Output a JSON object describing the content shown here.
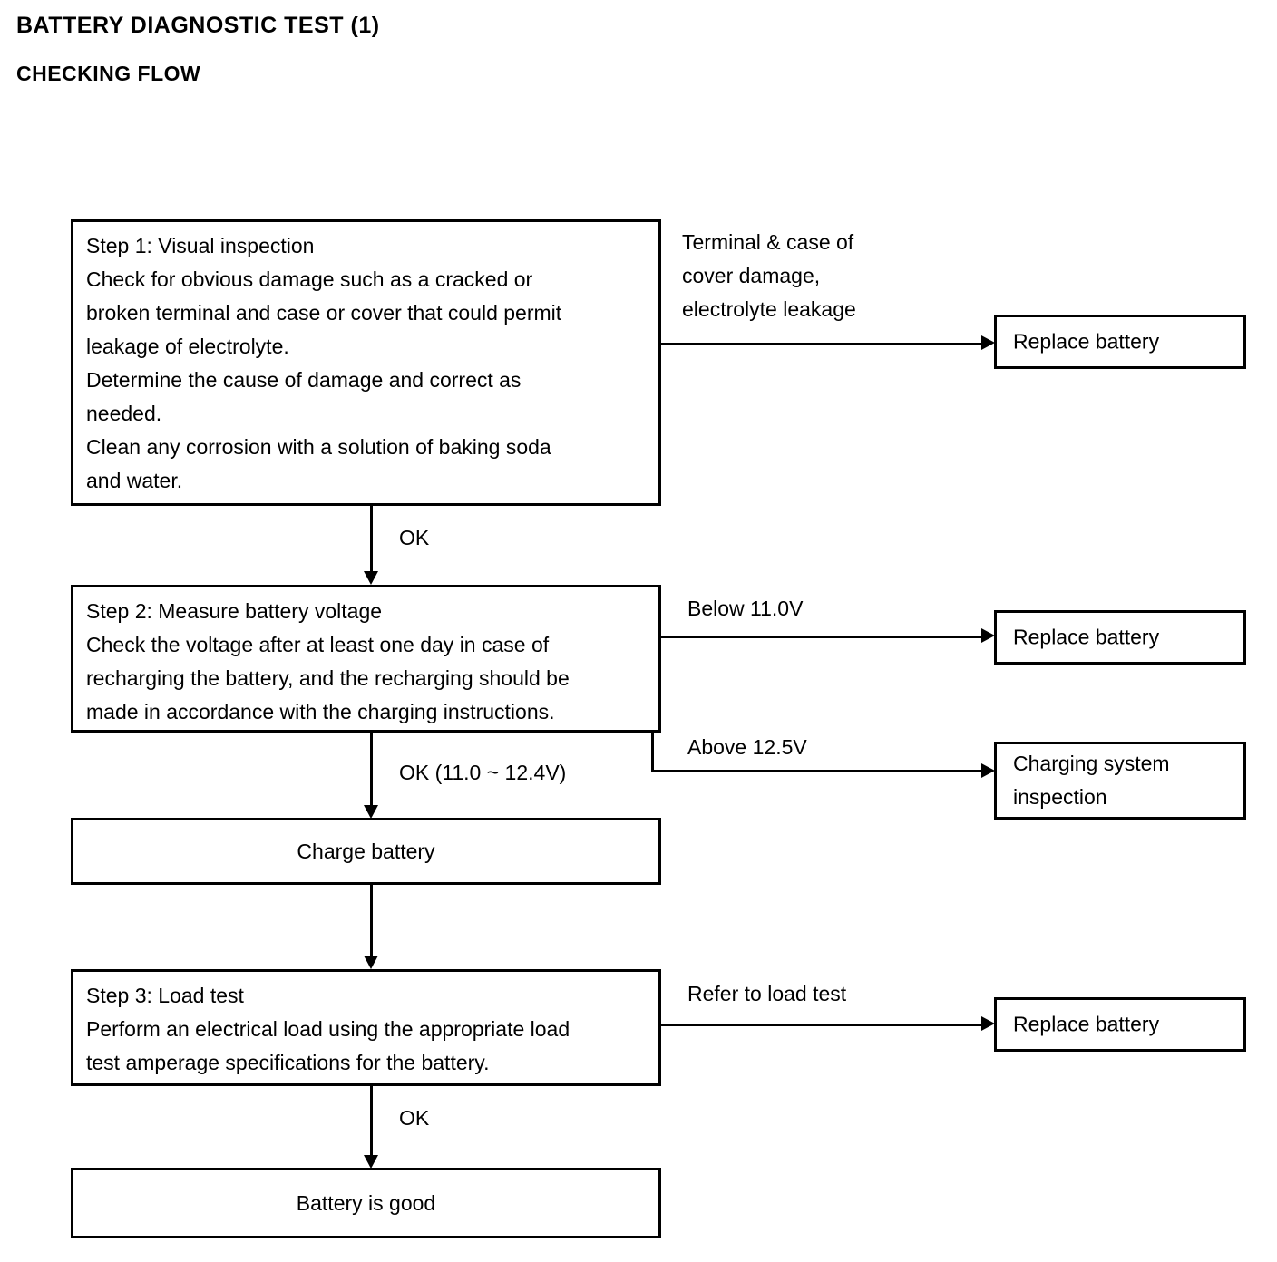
{
  "document": {
    "title_main": "BATTERY  DIAGNOSTIC  TEST  (1)",
    "title_sub": "CHECKING FLOW"
  },
  "chart_data": {
    "type": "diagram",
    "diagram_kind": "flowchart",
    "title": "BATTERY DIAGNOSTIC TEST (1) - CHECKING FLOW",
    "nodes": [
      {
        "id": "step1",
        "label": "Step 1: Visual inspection\nCheck for obvious damage such as a cracked or\nbroken terminal and case or cover that could permit\nleakage of electrolyte.\nDetermine the cause of damage and correct as\nneeded.\nClean any corrosion with a solution of baking soda\nand water."
      },
      {
        "id": "replace1",
        "label": "Replace battery"
      },
      {
        "id": "step2",
        "label": "Step 2: Measure battery voltage\nCheck the voltage after at least one day in case of\nrecharging the battery, and the recharging should be\nmade in accordance with the charging instructions."
      },
      {
        "id": "replace2",
        "label": "Replace battery"
      },
      {
        "id": "charging",
        "label": "Charging system\ninspection"
      },
      {
        "id": "charge",
        "label": "Charge battery"
      },
      {
        "id": "step3",
        "label": "Step 3: Load test\nPerform an electrical load using the appropriate load\ntest amperage specifications for the battery."
      },
      {
        "id": "replace3",
        "label": "Replace battery"
      },
      {
        "id": "good",
        "label": "Battery is good"
      }
    ],
    "edges": [
      {
        "from": "step1",
        "to": "replace1",
        "label": "Terminal & case of\ncover damage,\nelectrolyte leakage"
      },
      {
        "from": "step1",
        "to": "step2",
        "label": "OK"
      },
      {
        "from": "step2",
        "to": "replace2",
        "label": "Below 11.0V"
      },
      {
        "from": "step2",
        "to": "charging",
        "label": "Above 12.5V"
      },
      {
        "from": "step2",
        "to": "charge",
        "label": "OK (11.0 ~ 12.4V)"
      },
      {
        "from": "charge",
        "to": "step3",
        "label": ""
      },
      {
        "from": "step3",
        "to": "replace3",
        "label": "Refer to load test"
      },
      {
        "from": "step3",
        "to": "good",
        "label": "OK"
      }
    ]
  },
  "boxes": {
    "step1": "Step 1: Visual inspection\nCheck for obvious damage such as a cracked or\nbroken terminal and case or cover that could permit\nleakage of electrolyte.\nDetermine the cause of damage and correct as\nneeded.\nClean any corrosion with a solution of baking soda\nand water.",
    "replace_battery_1": "Replace battery",
    "step2": "Step 2: Measure battery voltage\nCheck the voltage after at least one day in case of\nrecharging the battery, and the recharging should be\nmade in accordance with the charging instructions.",
    "replace_battery_2": "Replace battery",
    "charging_system": "Charging system\ninspection",
    "charge_battery": "Charge battery",
    "step3": "Step 3: Load test\nPerform an electrical load using the appropriate load\ntest amperage specifications for the battery.",
    "replace_battery_3": "Replace battery",
    "battery_is_good": "Battery is good"
  },
  "labels": {
    "terminal_case_damage": "Terminal & case of\ncover damage,\nelectrolyte leakage",
    "ok_step1": "OK",
    "below_voltage": "Below 11.0V",
    "above_voltage": "Above 12.5V",
    "ok_range": "OK (11.0 ~ 12.4V)",
    "refer_load_test": "Refer to load test",
    "ok_step3": "OK"
  },
  "colors": {
    "ink": "#000000",
    "paper": "#ffffff"
  }
}
